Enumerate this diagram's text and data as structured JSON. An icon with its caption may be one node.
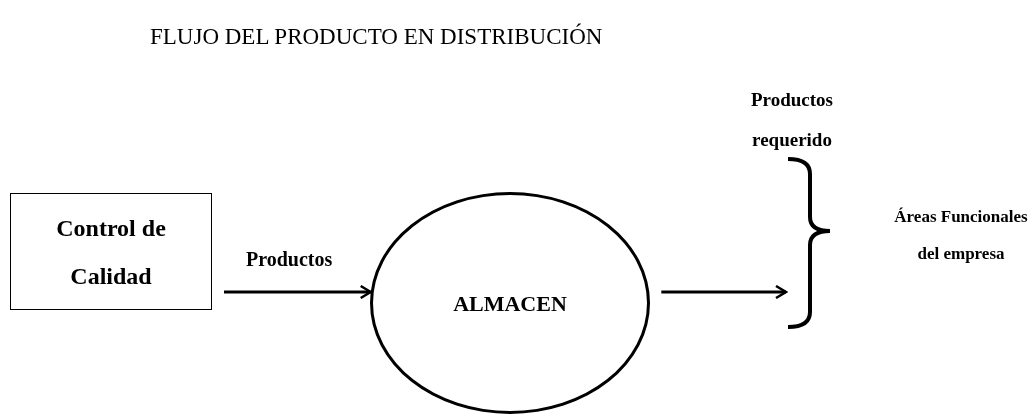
{
  "diagram": {
    "title": "FLUJO DEL PRODUCTO EN DISTRIBUCIÓN",
    "nodes": [
      {
        "text": [
          "Control de Calidad"
        ]
      },
      {
        "text": [
          "ALMACEN"
        ]
      },
      {
        "text": [],
        "shape": "bracket"
      },
      {
        "text": [
          "Áreas Funcionales del empresa"
        ]
      }
    ],
    "edges": [
      {
        "from": 0,
        "to": 1,
        "arrow": "to",
        "label": "Productos"
      },
      {
        "from": 1,
        "to": 2,
        "arrow": "to"
      }
    ],
    "labels": [
      "Productos requerido"
    ]
  }
}
